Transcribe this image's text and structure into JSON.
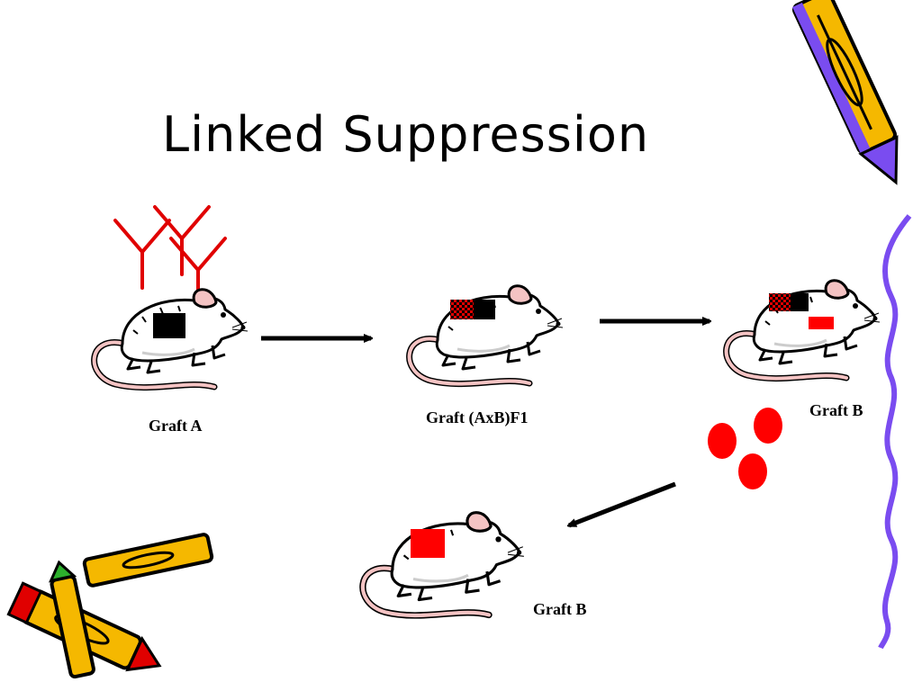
{
  "slide": {
    "title": "Linked Suppression"
  },
  "labels": {
    "graft_a": "Graft A",
    "graft_f1": "Graft (AxB)F1",
    "graft_b_top": "Graft B",
    "graft_b_bottom": "Graft B"
  },
  "colors": {
    "graft_a": "#000000",
    "graft_b": "#ff0000",
    "antibody": "#e00000",
    "arrow": "#000000",
    "border_wave": "#7a4cf0",
    "crayon_yellow": "#f5b800"
  },
  "icons": [
    "mouse-icon",
    "antibody-icon",
    "cell-icon",
    "arrow-icon",
    "crayon-icon",
    "wavy-border-icon"
  ]
}
